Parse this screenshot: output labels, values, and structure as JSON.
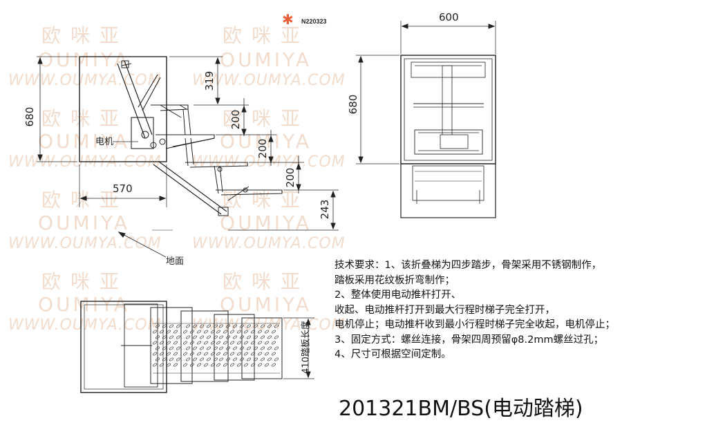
{
  "header": {
    "code": "N220323",
    "logo_icon": "asterisk-logo-icon",
    "logo_color": "#e8603a"
  },
  "watermark": {
    "cn": "欧咪亚",
    "en": "OUMIYA",
    "url": "WWW.OUMYA.COM",
    "color": "#f1dccd"
  },
  "side_view": {
    "height_dim": "680",
    "depth_dim": "570",
    "dim_319": "319",
    "step_dims": [
      "200",
      "200",
      "200"
    ],
    "bottom_dim": "243",
    "motor_label": "电机",
    "ground_label": "地面"
  },
  "front_view": {
    "width_dim": "600",
    "height_dim": "680"
  },
  "top_view": {
    "tread_length_dim": "410踏板长度"
  },
  "notes": {
    "lines": [
      "技术要求：1、该折叠梯为四步踏步，骨架采用不锈钢制作，",
      "踏板采用花纹板折弯制作；",
      "2、整体使用电动推杆打开、",
      "收起、电动推杆打开到最大行程时梯子完全打开，",
      "电机停止；电动推杆收到最小行程时梯子完全收起，电机停止；",
      "3、固定方式：螺丝连接，骨架四周预留φ8.2mm螺丝过孔；",
      "4、尺寸可根据空间定制。"
    ]
  },
  "title": {
    "model": "201321BM/BS(电动踏梯)"
  }
}
